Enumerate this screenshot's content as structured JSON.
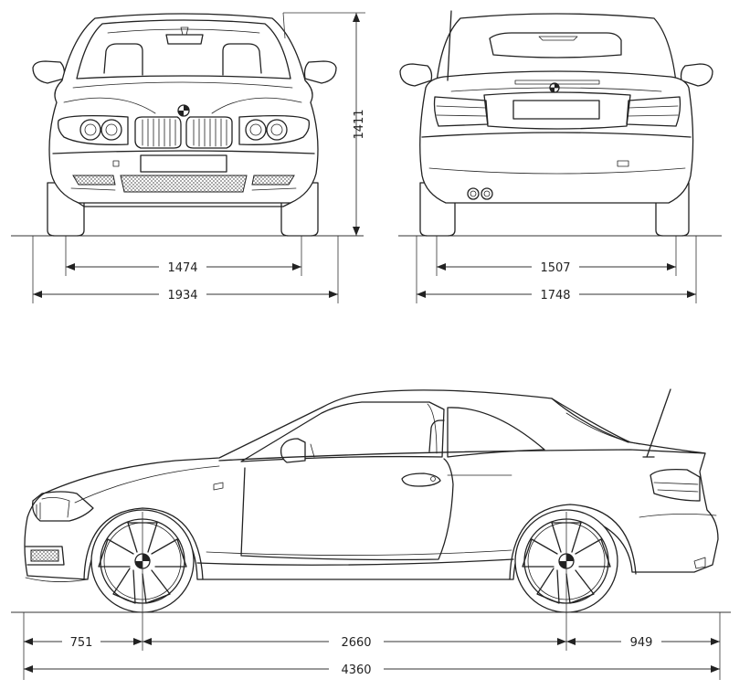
{
  "dimensions": {
    "front_height": "1411",
    "front_track": "1474",
    "front_width": "1934",
    "rear_track": "1507",
    "rear_width": "1748",
    "front_overhang": "751",
    "wheelbase": "2660",
    "rear_overhang": "949",
    "overall_length": "4360"
  }
}
